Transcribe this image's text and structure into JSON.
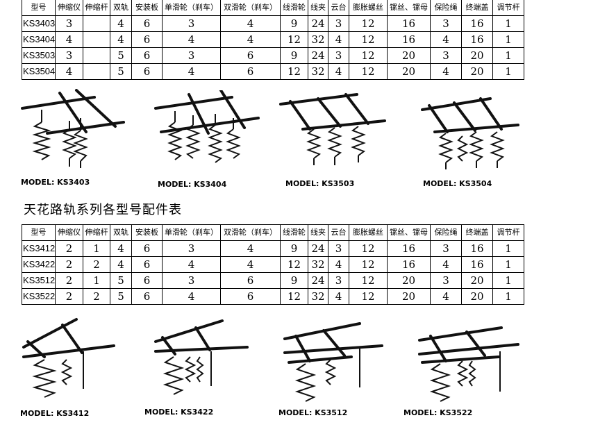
{
  "table1": {
    "headers": [
      "型号",
      "伸缩仪",
      "伸缩杆",
      "双轨",
      "安装板",
      "单滑轮（刹车）",
      "双滑轮（刹车）",
      "线滑轮",
      "线夹",
      "云台",
      "膨胀螺丝",
      "镙丝、镙母",
      "保险绳",
      "终端盖",
      "调节杆"
    ],
    "rows": [
      [
        "KS3403",
        "3",
        "",
        "4",
        "6",
        "3",
        "4",
        "9",
        "24",
        "3",
        "12",
        "16",
        "3",
        "16",
        "1"
      ],
      [
        "KS3404",
        "4",
        "",
        "4",
        "6",
        "4",
        "4",
        "12",
        "32",
        "4",
        "12",
        "16",
        "4",
        "16",
        "1"
      ],
      [
        "KS3503",
        "3",
        "",
        "5",
        "6",
        "3",
        "6",
        "9",
        "24",
        "3",
        "12",
        "20",
        "3",
        "20",
        "1"
      ],
      [
        "KS3504",
        "4",
        "",
        "5",
        "6",
        "4",
        "6",
        "12",
        "32",
        "4",
        "12",
        "20",
        "4",
        "20",
        "1"
      ]
    ]
  },
  "section_title": "天花路轨系列各型号配件表",
  "table2": {
    "headers": [
      "型号",
      "伸缩仪",
      "伸缩杆",
      "双轨",
      "安装板",
      "单滑轮（刹车）",
      "双滑轮（刹车）",
      "线滑轮",
      "线夹",
      "云台",
      "膨胀螺丝",
      "镙丝、镙母",
      "保险绳",
      "终端盖",
      "调节杆"
    ],
    "rows": [
      [
        "KS3412",
        "2",
        "1",
        "4",
        "6",
        "3",
        "4",
        "9",
        "24",
        "3",
        "12",
        "16",
        "3",
        "16",
        "1"
      ],
      [
        "KS3422",
        "2",
        "2",
        "4",
        "6",
        "4",
        "4",
        "12",
        "32",
        "4",
        "12",
        "16",
        "4",
        "16",
        "1"
      ],
      [
        "KS3512",
        "2",
        "1",
        "5",
        "6",
        "3",
        "6",
        "9",
        "24",
        "3",
        "12",
        "20",
        "3",
        "20",
        "1"
      ],
      [
        "KS3522",
        "2",
        "2",
        "5",
        "6",
        "4",
        "6",
        "12",
        "32",
        "4",
        "12",
        "20",
        "4",
        "20",
        "1"
      ]
    ]
  },
  "captions_row1": [
    "MODEL: KS3403",
    "MODEL: KS3404",
    "MODEL: KS3503",
    "MODEL: KS3504"
  ],
  "captions_row2": [
    "MODEL: KS3412",
    "MODEL: KS3422",
    "MODEL: KS3512",
    "MODEL: KS3522"
  ]
}
